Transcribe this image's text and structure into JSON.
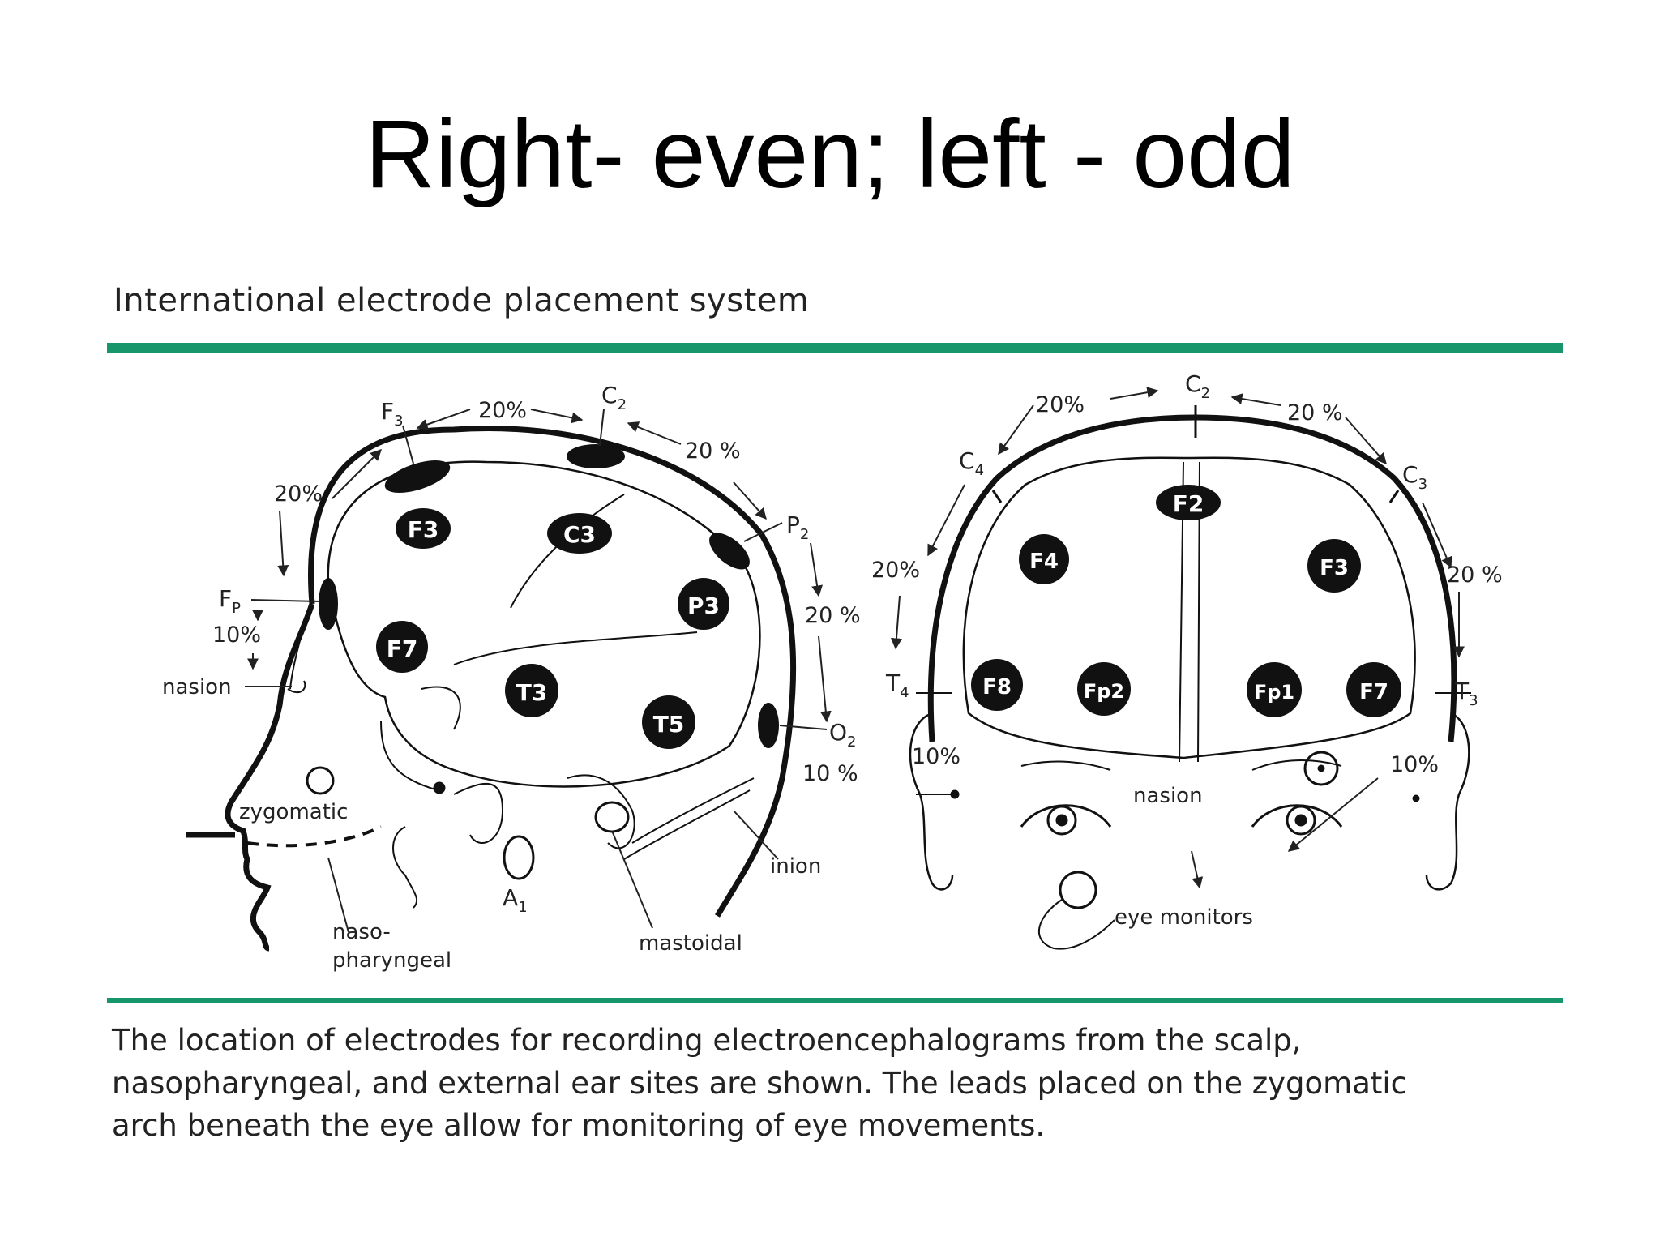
{
  "slide": {
    "title": "Right- even; left - odd"
  },
  "figure": {
    "heading": "International electrode placement system",
    "rule_color": "#17956b",
    "caption_lines": [
      "The location of electrodes for recording electroencephalograms from the scalp,",
      "nasopharyngeal, and external ear sites are shown. The leads placed on the zygomatic",
      "arch beneath the eye allow for monitoring of eye movements."
    ]
  },
  "side_view": {
    "electrodes": {
      "f3": "F3",
      "c3": "C3",
      "p3": "P3",
      "f7": "F7",
      "t3": "T3",
      "t5": "T5"
    },
    "midline": {
      "fz": "F",
      "fz_sub": "3",
      "cz": "C",
      "cz_sub": "2",
      "pz": "P",
      "pz_sub": "2",
      "oz": "O",
      "oz_sub": "2",
      "fp": "F",
      "fp_sub": "P"
    },
    "percent_labels": {
      "p20_top": "20%",
      "p20_c": "20 %",
      "p20_front": "20%",
      "p20_back": "20 %",
      "p10_front": "10%",
      "p10_back": "10 %"
    },
    "landmarks": {
      "nasion": "nasion",
      "zygomatic": "zygomatic",
      "naso1": "naso-",
      "naso2": "pharyngeal",
      "a1": "A",
      "a1_sub": "1",
      "mastoidal": "mastoidal",
      "inion": "inion"
    }
  },
  "front_view": {
    "electrodes": {
      "f2": "F2",
      "f4": "F4",
      "f3": "F3",
      "f8": "F8",
      "fp2": "Fp2",
      "fp1": "Fp1",
      "f7": "F7"
    },
    "midline": {
      "cz": "C",
      "cz_sub": "2",
      "c4": "C",
      "c4_sub": "4",
      "c3": "C",
      "c3_sub": "3",
      "t4": "T",
      "t4_sub": "4",
      "t3": "T",
      "t3_sub": "3"
    },
    "percent_labels": {
      "p20_tl": "20%",
      "p20_tr": "20 %",
      "p20_l": "20%",
      "p20_r": "20 %",
      "p10_l": "10%",
      "p10_r": "10%"
    },
    "landmarks": {
      "nasion": "nasion",
      "eye_monitors": "eye monitors"
    }
  }
}
